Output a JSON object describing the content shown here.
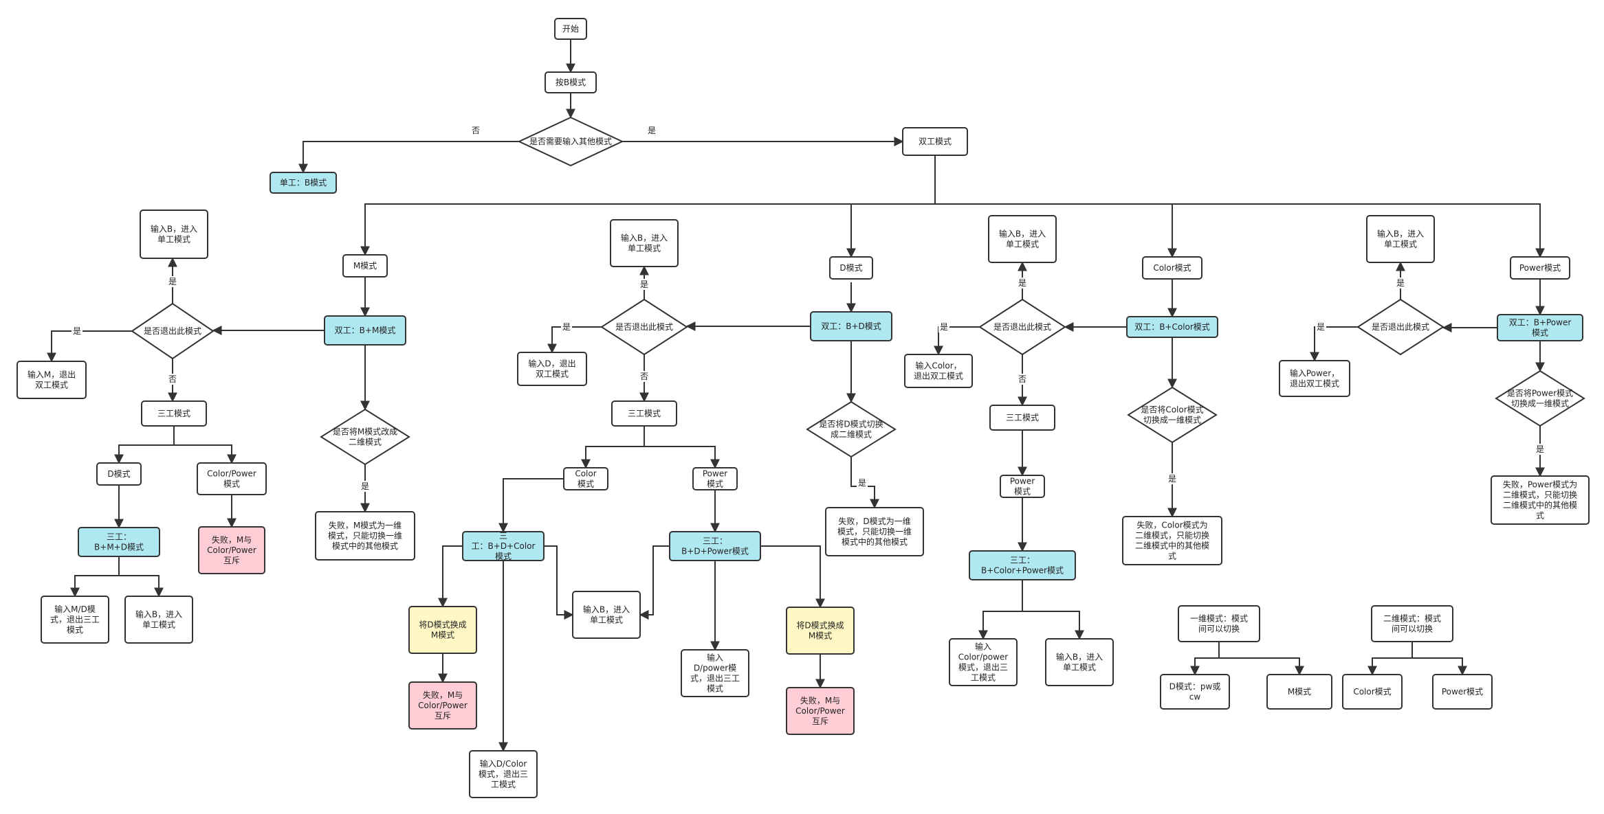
{
  "colors": {
    "stroke": "#333333",
    "text": "#222222",
    "plain_fill": "#ffffff",
    "state_fill": "#b0e8f2",
    "warn_fill": "#fff8c4",
    "fail_fill": "#ffcdd6"
  },
  "nodes": {
    "start": "开始",
    "press_b": "按B模式",
    "q_other": "是否需要输入其他模式",
    "single_b": "单工：B模式",
    "dual_mode": "双工模式",
    "m_mode": "M模式",
    "d_mode": "D模式",
    "color_mode": "Color模式",
    "power_mode": "Power模式",
    "dual_bm": "双工：B+M模式",
    "dual_bd": "双工：B+D模式",
    "dual_bc": "双工：B+Color模式",
    "dual_bp": [
      "双工：B+Power",
      "模式"
    ],
    "m_exit_q": "是否退出此模式",
    "m_input_b": [
      "输入B，进入",
      "单工模式"
    ],
    "m_input_m": [
      "输入M，退出",
      "双工模式"
    ],
    "m_tri": "三工模式",
    "m_tri_d": "D模式",
    "m_tri_cp": [
      "Color/Power",
      "模式"
    ],
    "m_tri_bmd": [
      "三工：",
      "B+M+D模式"
    ],
    "m_fail_cp": [
      "失败，M与",
      "Color/Power",
      "互斥"
    ],
    "m_input_md": [
      "输入M/D模",
      "式，退出三工",
      "模式"
    ],
    "m_input_b2": [
      "输入B，进入",
      "单工模式"
    ],
    "m_q2d": [
      "是否将M模式改成",
      "二维模式"
    ],
    "m_fail_1d": [
      "失败，M模式为一维",
      "模式，只能切换一维",
      "模式中的其他模式"
    ],
    "d_exit_q": "是否退出此模式",
    "d_input_b": [
      "输入B，进入",
      "单工模式"
    ],
    "d_input_d": [
      "输入D，退出",
      "双工模式"
    ],
    "d_tri": "三工模式",
    "d_tri_color": [
      "Color",
      "模式"
    ],
    "d_tri_power": [
      "Power",
      "模式"
    ],
    "d_tri_bdc": [
      "三",
      "工：B+D+Color",
      "模式"
    ],
    "d_tri_bdp": [
      "三工：",
      "B+D+Power模式"
    ],
    "d_to_m_1": [
      "将D模式换成",
      "M模式"
    ],
    "d_fail_1": [
      "失败，M与",
      "Color/Power",
      "互斥"
    ],
    "d_input_dc": [
      "输入D/Color",
      "模式，退出三",
      "工模式"
    ],
    "d_input_b2": [
      "输入B，进入",
      "单工模式"
    ],
    "d_input_dp": [
      "输入",
      "D/power模",
      "式，退出三工",
      "模式"
    ],
    "d_to_m_2": [
      "将D模式换成",
      "M模式"
    ],
    "d_fail_2": [
      "失败，M与",
      "Color/Power",
      "互斥"
    ],
    "d_q2d": [
      "是否将D模式切换",
      "成二维模式"
    ],
    "d_fail_1d": [
      "失败，D模式为一维",
      "模式，只能切换一维",
      "模式中的其他模式"
    ],
    "c_exit_q": "是否退出此模式",
    "c_input_b": [
      "输入B，进入",
      "单工模式"
    ],
    "c_input_c": [
      "输入Color，",
      "退出双工模式"
    ],
    "c_tri": "三工模式",
    "c_tri_power": [
      "Power",
      "模式"
    ],
    "c_tri_bcp": [
      "三工：",
      "B+Color+Power模式"
    ],
    "c_input_cp": [
      "输入",
      "Color/power",
      "模式，退出三",
      "工模式"
    ],
    "c_input_b2": [
      "输入B，进入",
      "单工模式"
    ],
    "c_q1d": [
      "是否将Color模式",
      "切换成一维模式"
    ],
    "c_fail_2d": [
      "失败，Color模式为",
      "二维模式，只能切换",
      "二维模式中的其他模",
      "式"
    ],
    "p_exit_q": "是否退出此模式",
    "p_input_b": [
      "输入B，进入",
      "单工模式"
    ],
    "p_input_p": [
      "输入Power，",
      "退出双工模式"
    ],
    "p_q1d": [
      "是否将Power模式",
      "切换成一维模式"
    ],
    "p_fail_2d": [
      "失败，Power模式为",
      "二维模式，只能切换",
      "二维模式中的其他模",
      "式"
    ],
    "legend_1d": [
      "一维模式：模式",
      "间可以切换"
    ],
    "legend_1d_d": [
      "D模式：pw或",
      "cw"
    ],
    "legend_1d_m": "M模式",
    "legend_2d": [
      "二维模式：模式",
      "间可以切换"
    ],
    "legend_2d_color": "Color模式",
    "legend_2d_power": "Power模式"
  },
  "labels": {
    "no_top": "否",
    "yes_top": "是",
    "m_yes_up": "是",
    "m_yes_left": "是",
    "m_no_down": "否",
    "m_yes_2d": "是",
    "d_yes_up": "是",
    "d_yes_left": "是",
    "d_no_down": "否",
    "d_yes_2d": "是",
    "c_yes_up": "是",
    "c_yes_left": "是",
    "c_no_down": "否",
    "c_yes_1d": "是",
    "p_yes_up": "是",
    "p_yes_left": "是",
    "p_yes_1d": "是"
  }
}
